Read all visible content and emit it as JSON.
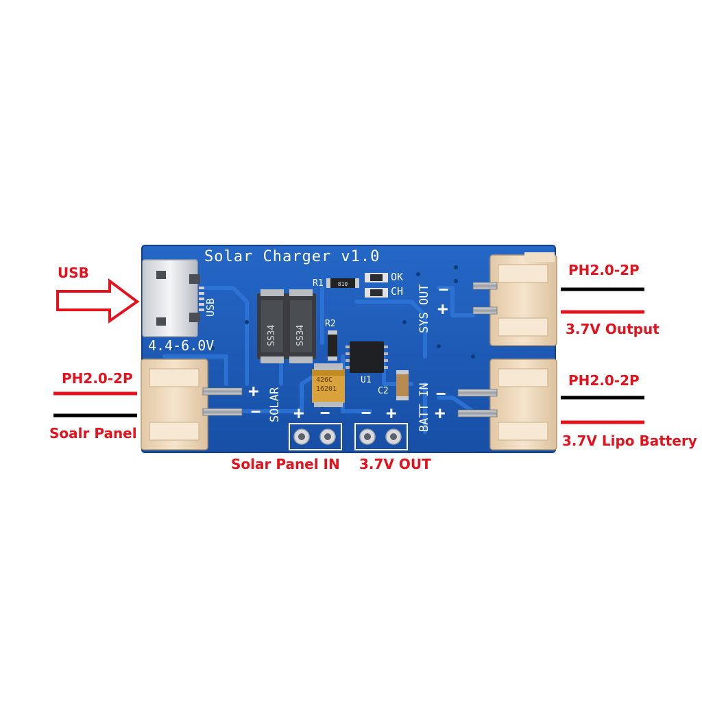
{
  "colors": {
    "pcb_blue": "#1d59b8",
    "annotation_red": "#e3121c",
    "wire_black": "#000000",
    "connector_cream": "#efd9bd"
  },
  "board": {
    "title": "Solar Charger v1.0",
    "usb_label": "USB",
    "voltage_range": "4.4-6.0V",
    "r1": "R1",
    "r2": "R2",
    "led_ok": "OK",
    "led_ch": "CH",
    "sys_out": "SYS OUT",
    "batt_in": "BATT IN",
    "solar": "SOLAR",
    "u1": "U1",
    "c2": "C2",
    "diode_marking": "SS34",
    "cap_marking_line1": "426C",
    "cap_marking_line2": "16201",
    "plus": "+",
    "minus": "−"
  },
  "annotations": {
    "usb": "USB",
    "ph_top_right": "PH2.0-2P",
    "sys_output": "3.7V Output",
    "ph_mid_right": "PH2.0-2P",
    "lipo_battery": "3.7V Lipo Battery",
    "ph_left": "PH2.0-2P",
    "solar_panel_left": "Soalr Panel",
    "solar_panel_in": "Solar Panel IN",
    "out_37v": "3.7V OUT"
  },
  "icons": {
    "usb_arrow": "arrow-right-icon"
  }
}
